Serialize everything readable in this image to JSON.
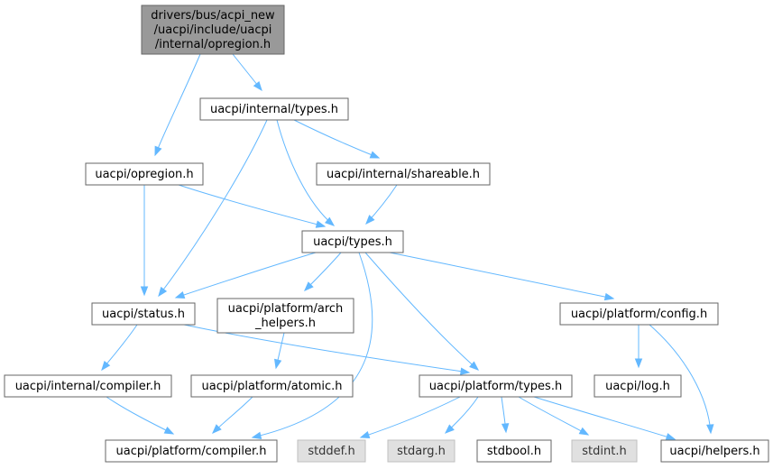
{
  "diagram": {
    "title": "Include dependency graph",
    "nodes": {
      "opregion_internal": {
        "lines": [
          "drivers/bus/acpi_new",
          "/uacpi/include/uacpi",
          "/internal/opregion.h"
        ],
        "style": "root"
      },
      "internal_types": {
        "lines": [
          "uacpi/internal/types.h"
        ],
        "style": "normal"
      },
      "opregion": {
        "lines": [
          "uacpi/opregion.h"
        ],
        "style": "normal"
      },
      "shareable": {
        "lines": [
          "uacpi/internal/shareable.h"
        ],
        "style": "normal"
      },
      "types": {
        "lines": [
          "uacpi/types.h"
        ],
        "style": "normal"
      },
      "status": {
        "lines": [
          "uacpi/status.h"
        ],
        "style": "normal"
      },
      "arch_helpers": {
        "lines": [
          "uacpi/platform/arch",
          "_helpers.h"
        ],
        "style": "normal"
      },
      "config": {
        "lines": [
          "uacpi/platform/config.h"
        ],
        "style": "normal"
      },
      "internal_compiler": {
        "lines": [
          "uacpi/internal/compiler.h"
        ],
        "style": "normal"
      },
      "atomic": {
        "lines": [
          "uacpi/platform/atomic.h"
        ],
        "style": "normal"
      },
      "platform_types": {
        "lines": [
          "uacpi/platform/types.h"
        ],
        "style": "normal"
      },
      "log": {
        "lines": [
          "uacpi/log.h"
        ],
        "style": "normal"
      },
      "platform_compiler": {
        "lines": [
          "uacpi/platform/compiler.h"
        ],
        "style": "normal"
      },
      "stddef": {
        "lines": [
          "stddef.h"
        ],
        "style": "system"
      },
      "stdarg": {
        "lines": [
          "stdarg.h"
        ],
        "style": "system"
      },
      "stdbool": {
        "lines": [
          "stdbool.h"
        ],
        "style": "normal"
      },
      "stdint": {
        "lines": [
          "stdint.h"
        ],
        "style": "system"
      },
      "helpers": {
        "lines": [
          "uacpi/helpers.h"
        ],
        "style": "normal"
      }
    },
    "edges": [
      [
        "opregion_internal",
        "internal_types"
      ],
      [
        "opregion_internal",
        "opregion"
      ],
      [
        "internal_types",
        "shareable"
      ],
      [
        "internal_types",
        "types"
      ],
      [
        "internal_types",
        "status"
      ],
      [
        "opregion",
        "types"
      ],
      [
        "opregion",
        "status"
      ],
      [
        "shareable",
        "types"
      ],
      [
        "types",
        "status"
      ],
      [
        "types",
        "arch_helpers"
      ],
      [
        "types",
        "config"
      ],
      [
        "types",
        "platform_types"
      ],
      [
        "types",
        "platform_compiler"
      ],
      [
        "status",
        "internal_compiler"
      ],
      [
        "status",
        "platform_types"
      ],
      [
        "arch_helpers",
        "atomic"
      ],
      [
        "config",
        "log"
      ],
      [
        "config",
        "helpers"
      ],
      [
        "internal_compiler",
        "platform_compiler"
      ],
      [
        "atomic",
        "platform_compiler"
      ],
      [
        "platform_types",
        "stddef"
      ],
      [
        "platform_types",
        "stdarg"
      ],
      [
        "platform_types",
        "stdbool"
      ],
      [
        "platform_types",
        "stdint"
      ],
      [
        "platform_types",
        "helpers"
      ]
    ],
    "colors": {
      "edge": "#63b8ff",
      "root_fill": "#999999",
      "system_fill": "#e0e0e0",
      "node_border": "#666666"
    }
  }
}
